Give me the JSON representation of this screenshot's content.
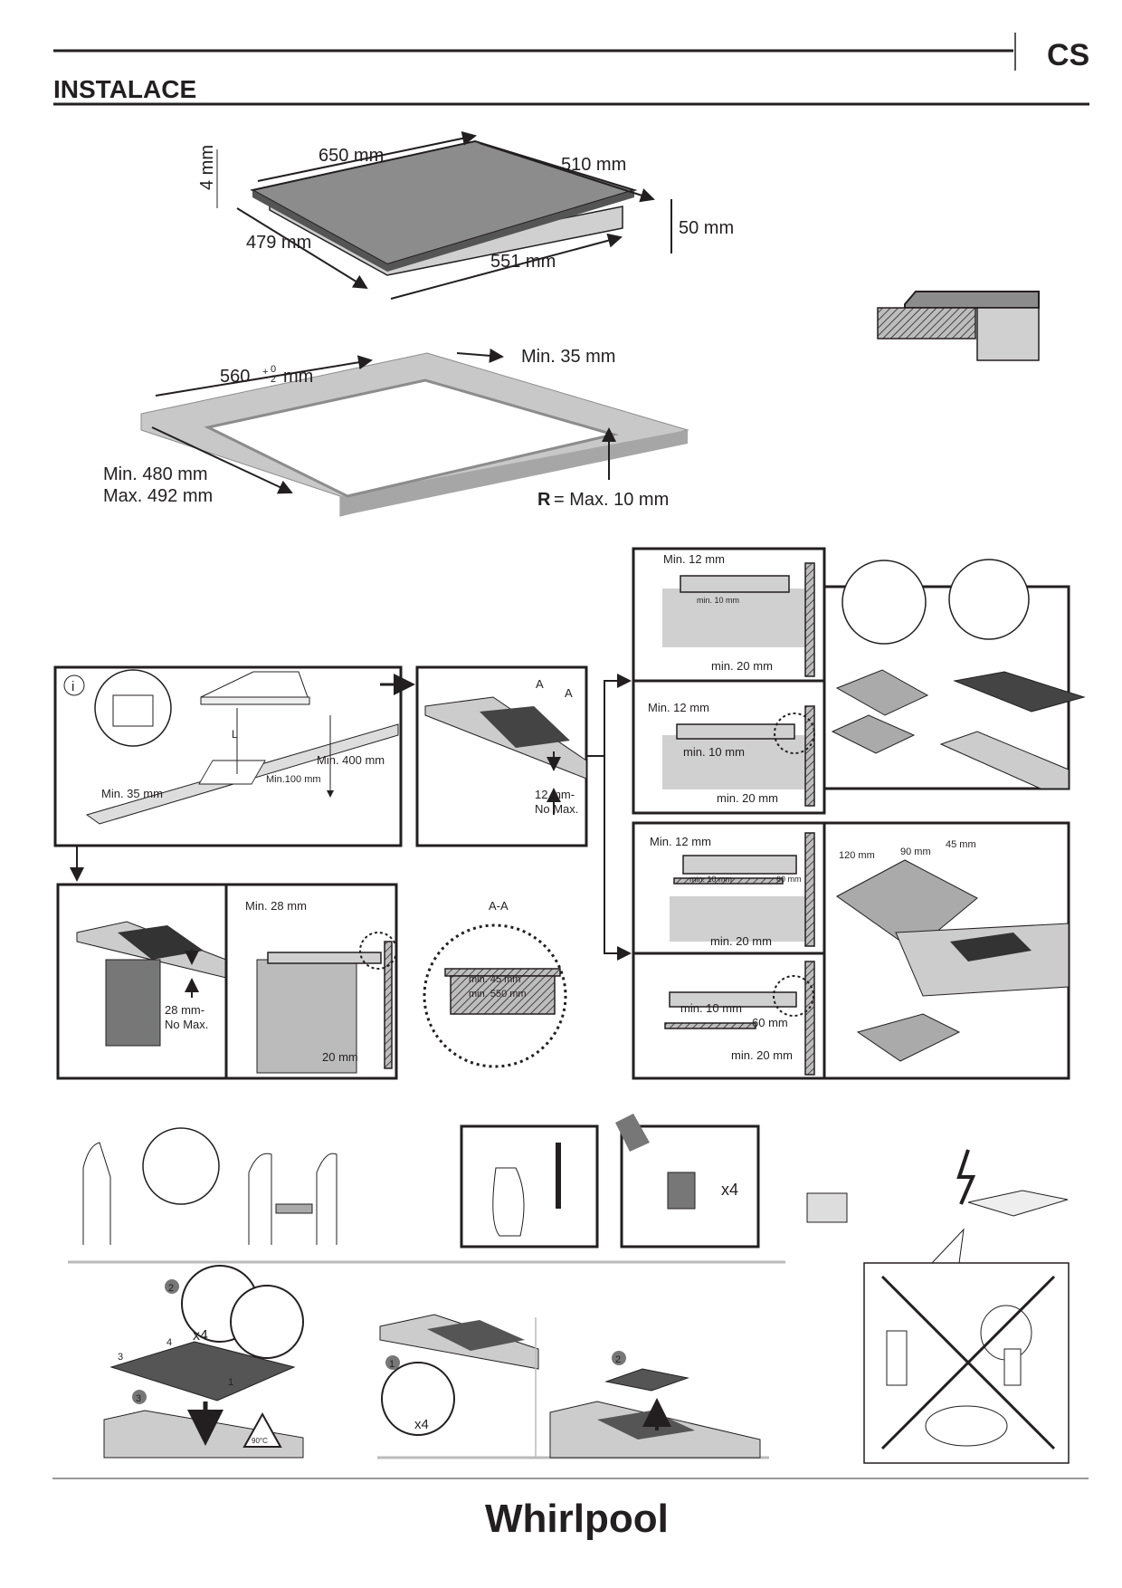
{
  "header": {
    "language_code": "CS",
    "section_title": "INSTALACE"
  },
  "hob_dimensions": {
    "width": "650 mm",
    "depth": "510 mm",
    "glass_thickness": "4 mm",
    "height": "50 mm",
    "body_depth": "479 mm",
    "body_width": "551 mm"
  },
  "cutout": {
    "width_value": "560",
    "width_tol_plus": "+",
    "width_tol_top": "0",
    "width_tol_bottom": "2",
    "width_unit": "mm",
    "edge_distance": "Min. 35 mm",
    "depth_min": "Min. 480 mm",
    "depth_max": "Max. 492 mm",
    "radius_symbol": "R",
    "radius_text": "= Max. 10 mm"
  },
  "kitchen_panel": {
    "info_icon": "i",
    "hood_distance": "L",
    "min_wall_cabinet": "Min. 400 mm",
    "min_side": "Min.100 mm",
    "min_back": "Min. 35 mm"
  },
  "section_panel": {
    "section_a1": "A",
    "section_a2": "A",
    "thickness_1": "12 mm-",
    "thickness_2": "No Max."
  },
  "right_sections": [
    {
      "top": "Min. 12 mm",
      "gap": "min. 10 mm",
      "rear": "min. 20 mm"
    },
    {
      "top": "Min. 12 mm",
      "gap": "min. 10 mm",
      "rear": "min. 20 mm"
    },
    {
      "top": "Min. 12 mm",
      "gap": "min. 10 mm",
      "side": "60 mm",
      "rear": "min. 20 mm"
    },
    {
      "gap": "min. 10 mm",
      "side": "60 mm",
      "rear": "min. 20 mm"
    }
  ],
  "cutout_back_panel": {
    "d1": "120 mm",
    "d2": "90 mm",
    "d3": "45 mm"
  },
  "oven_panel": {
    "thickness_1": "28 mm-",
    "thickness_2": "No Max.",
    "min_top": "Min. 28 mm",
    "rear": "20 mm"
  },
  "section_aa": {
    "title": "A-A",
    "min_depth": "min. 45 mm",
    "min_width": "min. 550 mm"
  },
  "tools": {
    "clips_count": "x4"
  },
  "assembly_steps": {
    "step2": "2",
    "clips_x4": "x4",
    "corner3": "3",
    "corner4": "4",
    "corner1": "1",
    "step3": "3",
    "temp": "90°C",
    "remove_step1": "1",
    "remove_x4": "x4",
    "remove_step2": "2"
  },
  "footer": {
    "brand": "Whirlpool"
  }
}
